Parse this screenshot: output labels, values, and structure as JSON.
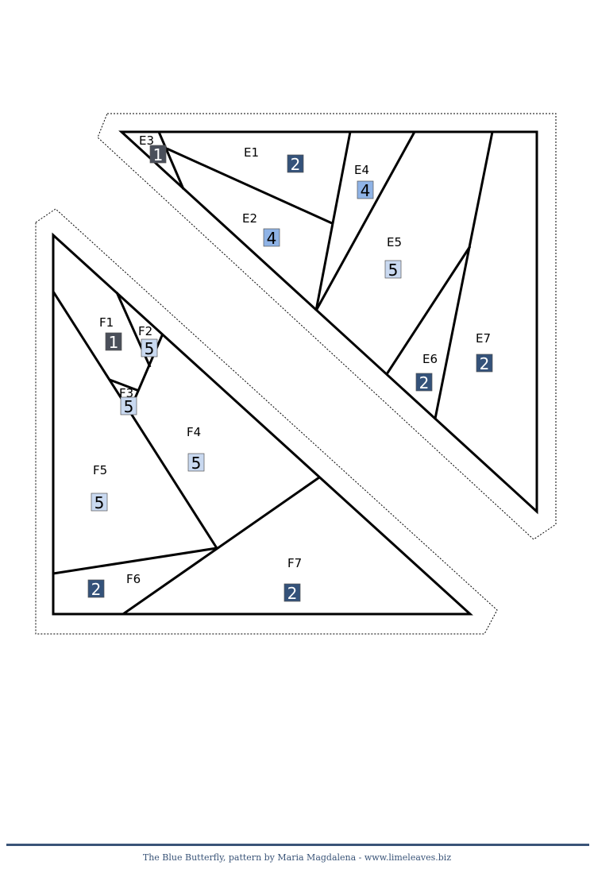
{
  "colors": {
    "1": "#4a4f5a",
    "2": "#34527a",
    "4": "#8fb3e6",
    "5": "#c9d9f0"
  },
  "section_e": {
    "pieces": [
      {
        "label": "E1",
        "color_number": "2"
      },
      {
        "label": "E2",
        "color_number": "4"
      },
      {
        "label": "E3",
        "color_number": "1"
      },
      {
        "label": "E4",
        "color_number": "4"
      },
      {
        "label": "E5",
        "color_number": "5"
      },
      {
        "label": "E6",
        "color_number": "2"
      },
      {
        "label": "E7",
        "color_number": "2"
      }
    ]
  },
  "section_f": {
    "pieces": [
      {
        "label": "F1",
        "color_number": "1"
      },
      {
        "label": "F2",
        "color_number": "5"
      },
      {
        "label": "F3",
        "color_number": "5"
      },
      {
        "label": "F4",
        "color_number": "5"
      },
      {
        "label": "F5",
        "color_number": "5"
      },
      {
        "label": "F6",
        "color_number": "2"
      },
      {
        "label": "F7",
        "color_number": "2"
      }
    ]
  },
  "footer": "The Blue Butterfly, pattern by Maria Magdalena - www.limeleaves.biz"
}
